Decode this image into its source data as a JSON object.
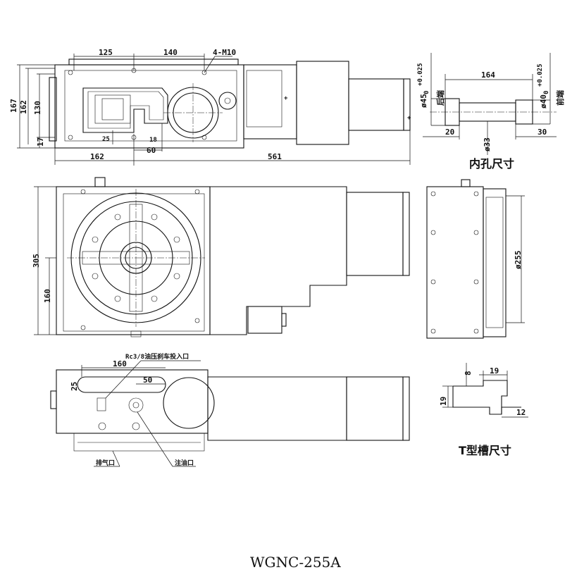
{
  "model": "WGNC-255A",
  "top_view": {
    "dims": {
      "d125": "125",
      "d140": "140",
      "thread": "4-M10",
      "d167": "167",
      "d162": "162",
      "d130": "130",
      "d17": "17",
      "d25": "25",
      "d18": "18",
      "d60": "60",
      "d162b": "162",
      "d561": "561"
    }
  },
  "front_view": {
    "dims": {
      "d305": "305",
      "d160": "160"
    }
  },
  "side_view": {
    "dims": {
      "d255": "ø255"
    }
  },
  "bottom_view": {
    "dims": {
      "d160": "160",
      "d25": "25",
      "d50": "50"
    },
    "callouts": {
      "brake_port": "Rc3/8油压刹车投入口",
      "vent": "排气口",
      "oil_fill": "注油口"
    }
  },
  "bore_detail": {
    "title": "内孔尺寸",
    "rear_dia": "ø45",
    "rear_tol_upper": "+0.025",
    "rear_tol_lower": "0",
    "rear_label": "后端",
    "front_dia": "ø40",
    "front_tol_upper": "+0.025",
    "front_tol_lower": "0",
    "front_label": "前端",
    "d164": "164",
    "d20": "20",
    "d30": "30",
    "d33": "ø33"
  },
  "tslot_detail": {
    "title": "T型槽尺寸",
    "d8": "8",
    "d19a": "19",
    "d19b": "19",
    "d12": "12"
  }
}
